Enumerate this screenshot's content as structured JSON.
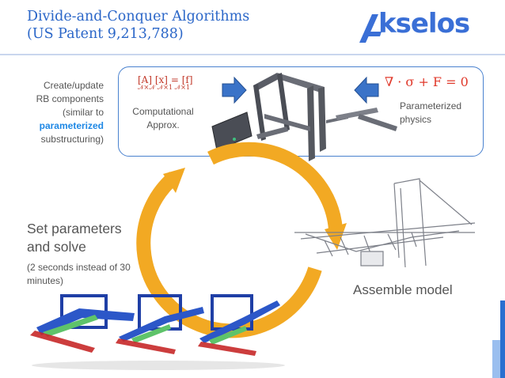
{
  "header": {
    "title_line1": "Divide-and-Conquer Algorithms",
    "title_line2": "(US Patent 9,213,788)",
    "logo_text": "kselos"
  },
  "colors": {
    "accent_blue": "#2a66c8",
    "cycle_arrow": "#f2a923",
    "equation_red": "#e0392b"
  },
  "top_panel": {
    "left_desc": {
      "line1": "Create/update",
      "line2": "RB components",
      "line3": "(similar to",
      "line4_highlight": "parameterized",
      "line5": "substructuring)"
    },
    "matrix_eq": {
      "a": "[A]",
      "x": "[x]",
      "eq": "=",
      "f": "[f]",
      "dim_a": "𝒩×𝒩",
      "dim_x": "𝒩×1",
      "dim_f": "𝒩×1"
    },
    "computational_label": {
      "line1": "Computational",
      "line2": "Approx."
    },
    "equation": "∇ · σ + F = 0",
    "parameterized_label": {
      "line1": "Parameterized",
      "line2": "physics"
    }
  },
  "cycle": {
    "set_params_title_line1": "Set parameters",
    "set_params_title_line2": "and solve",
    "set_params_sub_line1": "(2 seconds instead of 30",
    "set_params_sub_line2": "minutes)",
    "assemble_label": "Assemble model"
  },
  "icons": [
    "logo-arrow-icon",
    "right-arrow-icon",
    "left-arrow-icon",
    "cycle-arrow-icon"
  ]
}
